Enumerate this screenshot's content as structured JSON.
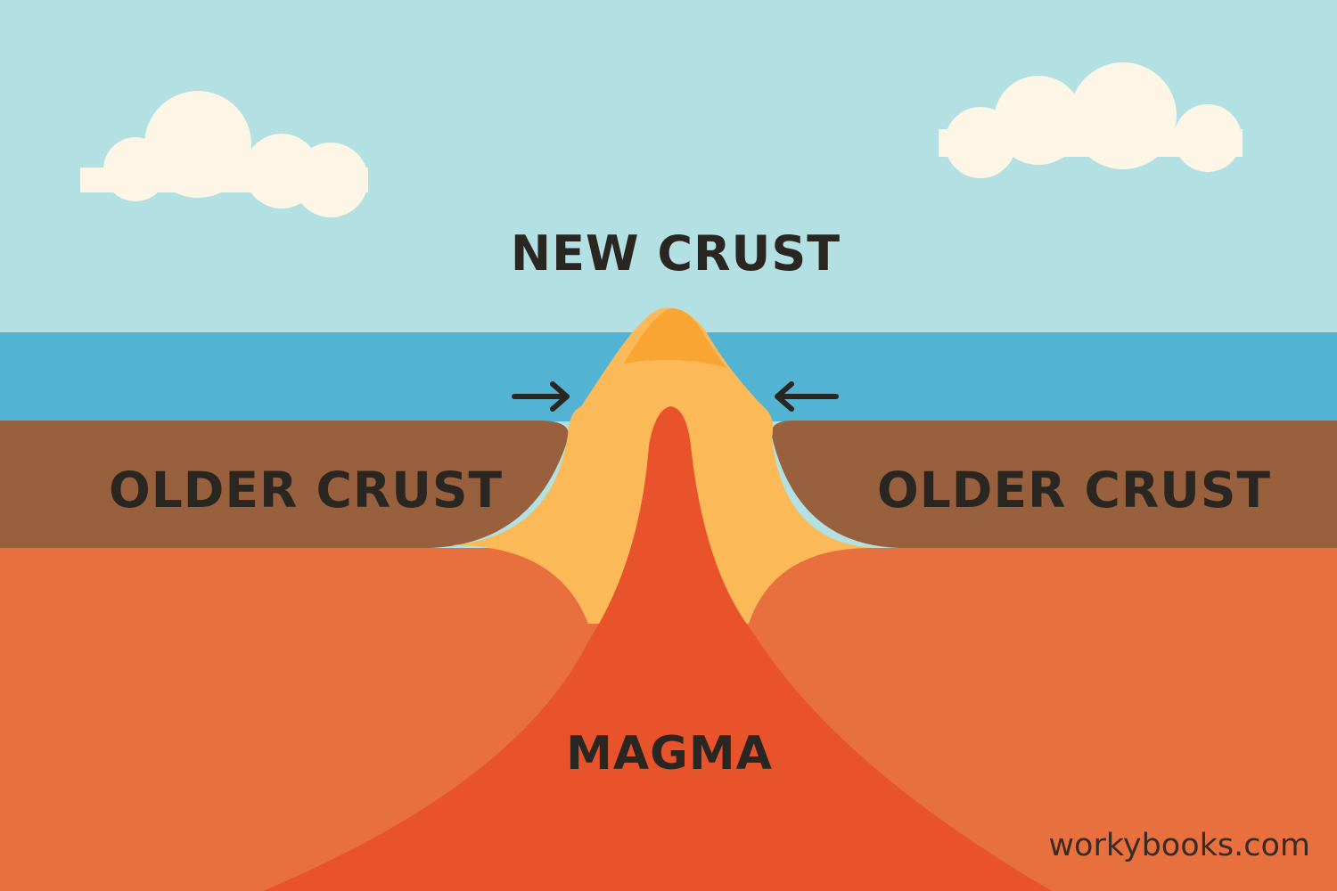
{
  "labels": {
    "new_crust": "NEW CRUST",
    "older_crust_left": "OLDER CRUST",
    "older_crust_right": "OLDER CRUST",
    "magma": "MAGMA"
  },
  "watermark": "workybooks.com",
  "colors": {
    "sky": "#b2e0e3",
    "cloud": "#fdf6e6",
    "ocean": "#52b4d2",
    "older_crust": "#98603d",
    "mantle": "#e8703f",
    "new_crust_outer": "#fbba57",
    "new_crust_peak": "#f8a534",
    "magma": "#e8532c",
    "arrow": "#2a2622",
    "text": "#2a2622"
  },
  "icons": {
    "arrow_left": "arrow-right-icon",
    "arrow_right": "arrow-left-icon"
  }
}
